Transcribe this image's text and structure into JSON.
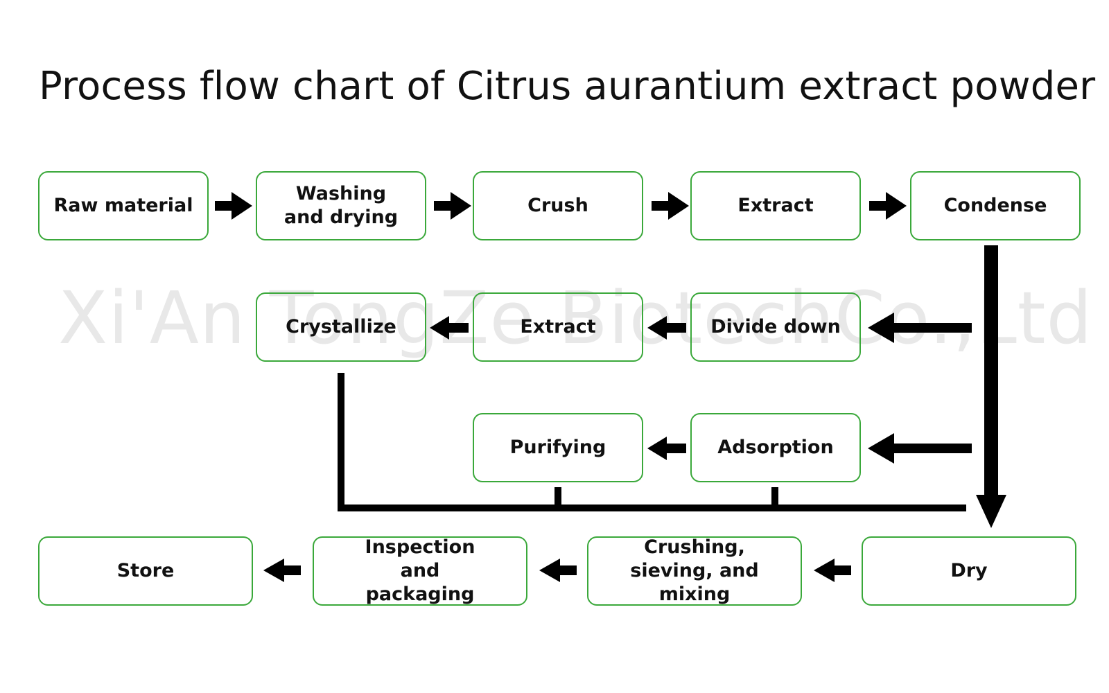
{
  "title": "Process flow chart of Citrus aurantium extract powder",
  "watermark": "Xi'An TongZe BiotechCo.,Ltd",
  "colors": {
    "box_border": "#3aa83a",
    "arrow": "#000000",
    "watermark": "#e8e8e8"
  },
  "steps": {
    "raw_material": "Raw material",
    "washing_drying": "Washing and drying",
    "crush": "Crush",
    "extract_1": "Extract",
    "condense": "Condense",
    "crystallize": "Crystallize",
    "extract_2": "Extract",
    "divide_down": "Divide down",
    "purifying": "Purifying",
    "adsorption": "Adsorption",
    "store": "Store",
    "inspection_packaging": "Inspection and packaging",
    "crushing_sieving_mixing": "Crushing, sieving, and mixing",
    "dry": "Dry"
  }
}
